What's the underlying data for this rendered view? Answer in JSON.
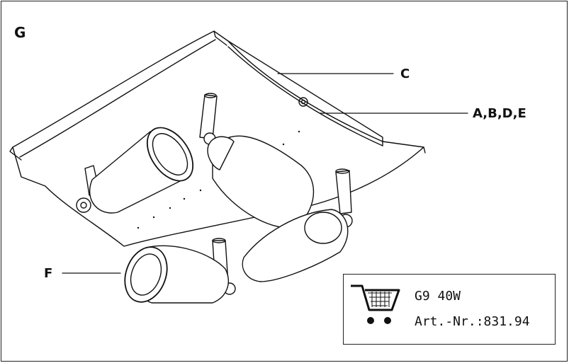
{
  "figure": {
    "corner_label": "G",
    "callouts": {
      "c": "C",
      "abde": "A,B,D,E",
      "f": "F"
    }
  },
  "info_box": {
    "icon": "shopping-cart-icon",
    "bulb": "G9 40W",
    "article": "Art.-Nr.:831.94"
  }
}
